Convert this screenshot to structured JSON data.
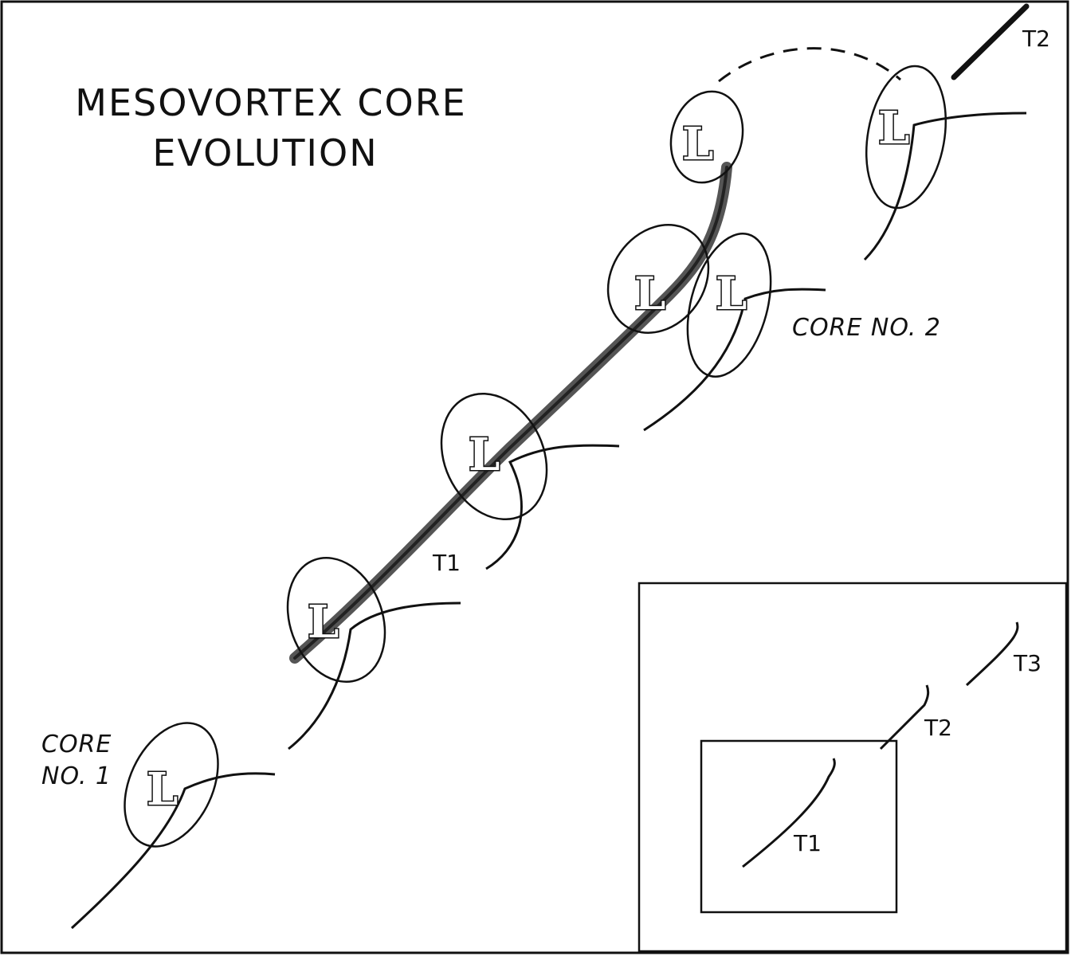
{
  "title": {
    "line1": "MESOVORTEX CORE",
    "line2": "EVOLUTION"
  },
  "core_labels": {
    "core1_line1": "CORE",
    "core1_line2": "NO. 1",
    "core2": "CORE NO. 2"
  },
  "low_symbol": "L",
  "track_labels": {
    "main_t1": "T1",
    "main_t2": "T2",
    "inset_t1": "T1",
    "inset_t2": "T2",
    "inset_t3": "T3"
  }
}
